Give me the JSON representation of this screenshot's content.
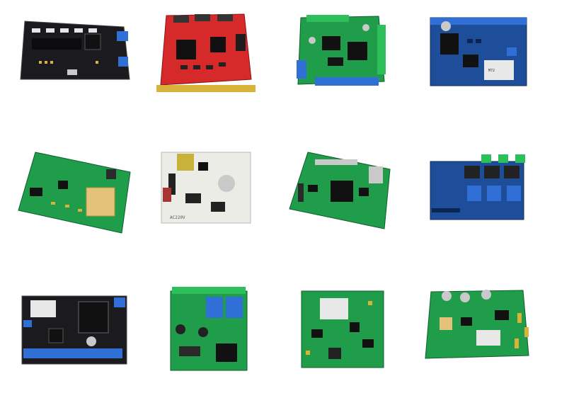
{
  "gallery": {
    "boards": [
      {
        "id": "b1",
        "kind": "black-controller-board",
        "silk": ""
      },
      {
        "id": "b2",
        "kind": "red-arcade-board",
        "silk": ""
      },
      {
        "id": "b3",
        "kind": "green-terminal-board",
        "silk": ""
      },
      {
        "id": "b4",
        "kind": "blue-gsm-board",
        "silk": "M72"
      },
      {
        "id": "b5",
        "kind": "green-module-board",
        "silk": ""
      },
      {
        "id": "b6",
        "kind": "white-power-board",
        "silk": "AC220V"
      },
      {
        "id": "b7",
        "kind": "green-display-controller",
        "silk": ""
      },
      {
        "id": "b8",
        "kind": "blue-relay-shield",
        "silk": ""
      },
      {
        "id": "b9",
        "kind": "black-gsm-board",
        "silk": ""
      },
      {
        "id": "b10",
        "kind": "green-relay-wifi-board",
        "silk": ""
      },
      {
        "id": "b11",
        "kind": "green-module-carrier",
        "silk": ""
      },
      {
        "id": "b12",
        "kind": "green-rf-board",
        "silk": ""
      }
    ]
  },
  "colors": {
    "black_pcb": "#1b1b1f",
    "red_pcb": "#d62a2a",
    "green_pcb": "#1f9d4a",
    "blue_pcb": "#1e4e9a",
    "white_pcb": "#ecece6",
    "gold": "#d9b23a",
    "terminal_blue": "#2f6fd6",
    "terminal_green": "#2cbf5a"
  }
}
